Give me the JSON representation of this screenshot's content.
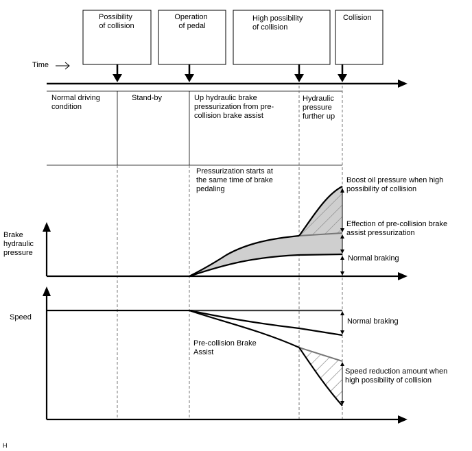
{
  "events": [
    {
      "lines": [
        "Possibility",
        "of collision"
      ]
    },
    {
      "lines": [
        "Operation",
        "of pedal"
      ]
    },
    {
      "lines": [
        "High possibility",
        "of collision"
      ]
    },
    {
      "lines": [
        "Collision"
      ]
    }
  ],
  "time_label": "Time",
  "phases": [
    {
      "lines": [
        "Normal driving",
        "condition"
      ]
    },
    {
      "lines": [
        "Stand-by"
      ]
    },
    {
      "lines": [
        "Up hydraulic brake",
        "pressurization from pre-",
        "collision brake assist"
      ]
    },
    {
      "lines": [
        "Hydraulic",
        "pressure",
        "further up"
      ]
    }
  ],
  "pressure_chart": {
    "ylabel_lines": [
      "Brake",
      "hydraulic",
      "pressure"
    ],
    "note_start_lines": [
      "Pressurization starts at",
      "the same time of brake",
      "pedaling"
    ],
    "note_boost_lines": [
      "Boost oil pressure when high",
      "possibility of collision"
    ],
    "note_effection_lines": [
      "Effection of pre-collision brake",
      "assist pressurization"
    ],
    "note_normal": "Normal braking"
  },
  "speed_chart": {
    "ylabel": "Speed",
    "note_normal": "Normal braking",
    "note_pcba_lines": [
      "Pre-collision Brake",
      "Assist"
    ],
    "note_reduction_lines": [
      "Speed reduction amount when",
      "high possibility of collision"
    ]
  },
  "footer_code": "H"
}
